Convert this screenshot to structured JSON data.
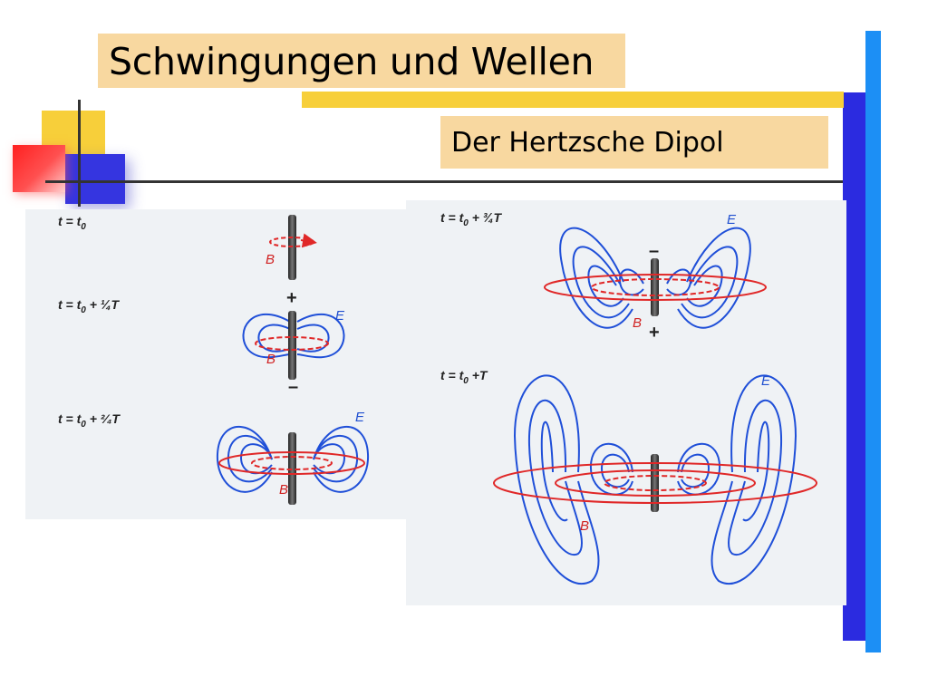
{
  "slide": {
    "title": "Schwingungen und Wellen",
    "subtitle": "Der Hertzsche Dipol"
  },
  "colors": {
    "title_bg": "#f8d8a0",
    "accent_yellow": "#f7cf3a",
    "accent_blue": "#2b2be0",
    "accent_light_blue": "#1c8ff5",
    "field_e": "#1f4fd8",
    "field_b": "#e02828"
  },
  "diagram": {
    "left_panel": {
      "stages": [
        {
          "t_label": "t = t",
          "t_sub": "0",
          "t_suffix": "",
          "e_label": "",
          "b_label": "B",
          "top_sign": "",
          "bottom_sign": ""
        },
        {
          "t_label": "t = t",
          "t_sub": "0",
          "t_suffix": " + ¼T",
          "e_label": "E",
          "b_label": "B",
          "top_sign": "+",
          "bottom_sign": "–"
        },
        {
          "t_label": "t = t",
          "t_sub": "0",
          "t_suffix": " + ²⁄₄T",
          "e_label": "E",
          "b_label": "B",
          "top_sign": "",
          "bottom_sign": ""
        }
      ]
    },
    "right_panel": {
      "stages": [
        {
          "t_label": "t = t",
          "t_sub": "0",
          "t_suffix": " + ¾T",
          "e_label": "E",
          "b_label": "B",
          "top_sign": "–",
          "bottom_sign": "+"
        },
        {
          "t_label": "t = t",
          "t_sub": "0",
          "t_suffix": " +T",
          "e_label": "E",
          "b_label": "B",
          "top_sign": "",
          "bottom_sign": ""
        }
      ]
    }
  }
}
